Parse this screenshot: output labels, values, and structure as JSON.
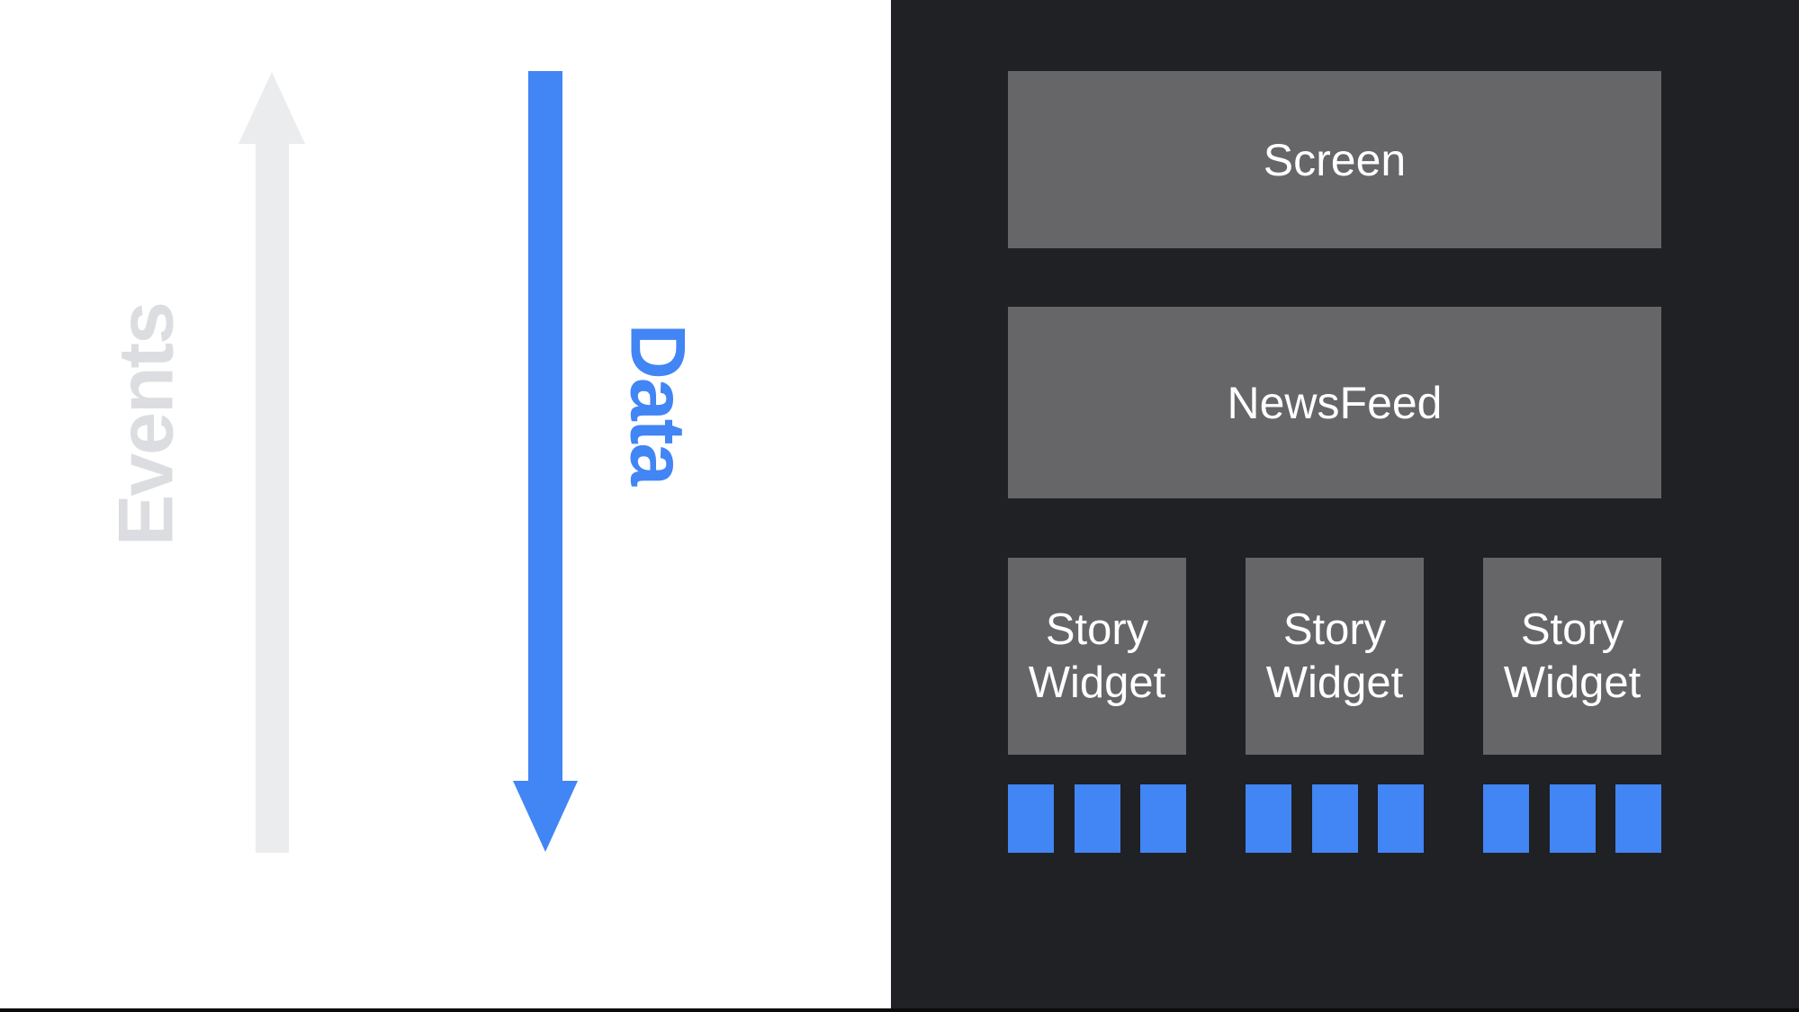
{
  "left_panel": {
    "events_label": "Events",
    "data_label": "Data"
  },
  "right_panel": {
    "screen_label": "Screen",
    "newsfeed_label": "NewsFeed",
    "story_widgets": [
      {
        "label": "Story Widget",
        "blue_squares": 3
      },
      {
        "label": "Story Widget",
        "blue_squares": 3
      },
      {
        "label": "Story Widget",
        "blue_squares": 3
      }
    ]
  },
  "colors": {
    "accent_blue": "#4285f4",
    "muted_arrow_gray": "#ebecee",
    "events_text_gray": "#dcdde0",
    "panel_dark": "#1f2124",
    "box_gray": "#666668",
    "box_text_white": "#ffffff"
  }
}
